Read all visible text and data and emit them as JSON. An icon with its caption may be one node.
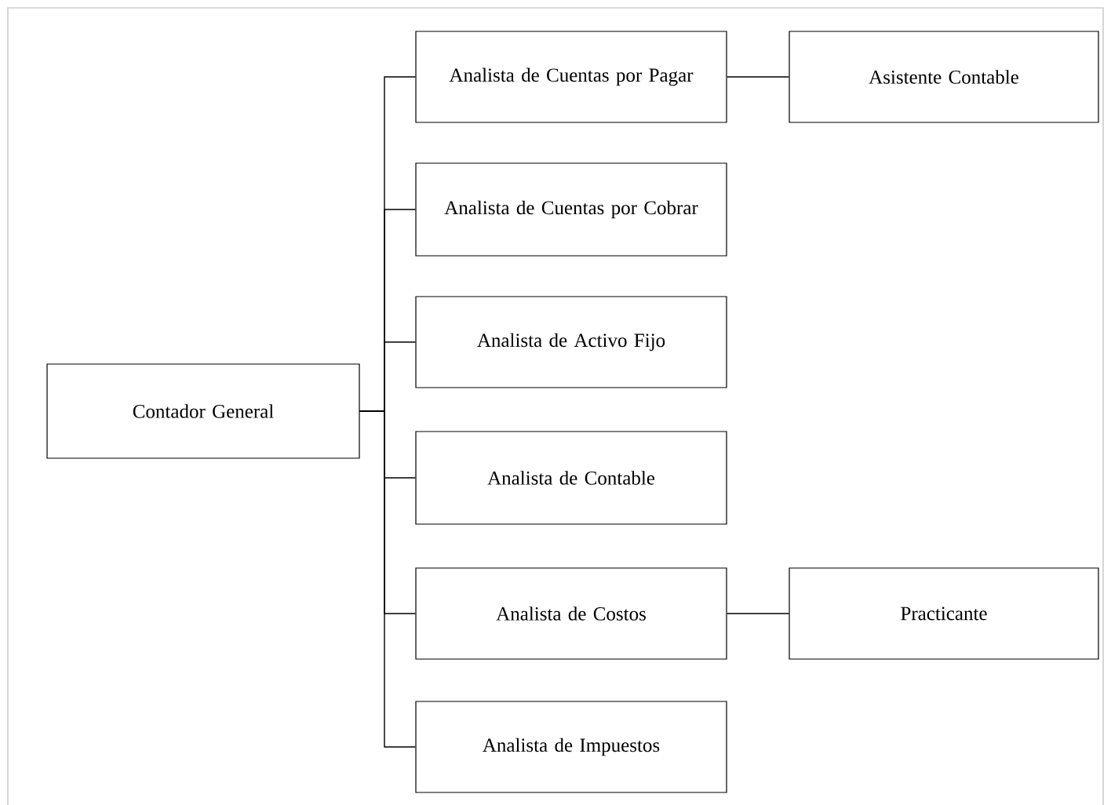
{
  "diagram": {
    "nodes": [
      {
        "text": [
          "Contador General"
        ]
      },
      {
        "text": [
          "Analista de Cuentas por Pagar"
        ]
      },
      {
        "text": [
          "Analista de Cuentas por Cobrar"
        ]
      },
      {
        "text": [
          "Analista de Activo Fijo"
        ]
      },
      {
        "text": [
          "Analista de Contable"
        ]
      },
      {
        "text": [
          "Analista de Costos"
        ]
      },
      {
        "text": [
          "Analista de Impuestos"
        ]
      },
      {
        "text": [
          "Asistente Contable"
        ]
      },
      {
        "text": [
          "Practicante"
        ]
      }
    ],
    "edges": [
      {
        "from": 0,
        "to": 1,
        "arrow": "none"
      },
      {
        "from": 0,
        "to": 2,
        "arrow": "none"
      },
      {
        "from": 0,
        "to": 3,
        "arrow": "none"
      },
      {
        "from": 0,
        "to": 4,
        "arrow": "none"
      },
      {
        "from": 0,
        "to": 5,
        "arrow": "none"
      },
      {
        "from": 0,
        "to": 6,
        "arrow": "none"
      },
      {
        "from": 1,
        "to": 7,
        "arrow": "none"
      },
      {
        "from": 5,
        "to": 8,
        "arrow": "none"
      }
    ]
  }
}
